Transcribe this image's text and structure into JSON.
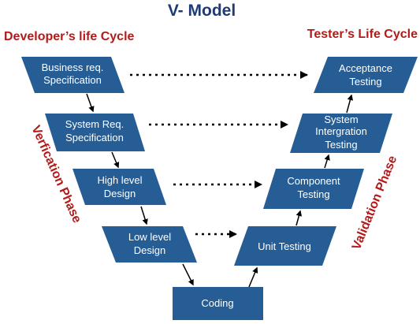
{
  "title": "V- Model",
  "left_heading": "Developer’s life Cycle",
  "right_heading": "Tester’s Life Cycle",
  "left_phase": "Verfication Phase",
  "right_phase": "Validation Phase",
  "colors": {
    "box_fill": "#265d95",
    "title": "#1f3a75",
    "heading": "#b31b1b",
    "box_text": "#ffffff",
    "arrow": "#000000"
  },
  "developer_steps": [
    {
      "line1": "Business req.",
      "line2": "Specification"
    },
    {
      "line1": "System Req.",
      "line2": "Specification"
    },
    {
      "line1": "High level",
      "line2": "Design"
    },
    {
      "line1": "Low level",
      "line2": "Design"
    }
  ],
  "coding": {
    "label": "Coding"
  },
  "tester_steps": [
    {
      "line1": "Acceptance",
      "line2": "Testing"
    },
    {
      "small": "System",
      "line1": "Intergration",
      "line2": "Testing"
    },
    {
      "line1": "Component",
      "line2": "Testing"
    },
    {
      "line1": "Unit Testing"
    }
  ]
}
